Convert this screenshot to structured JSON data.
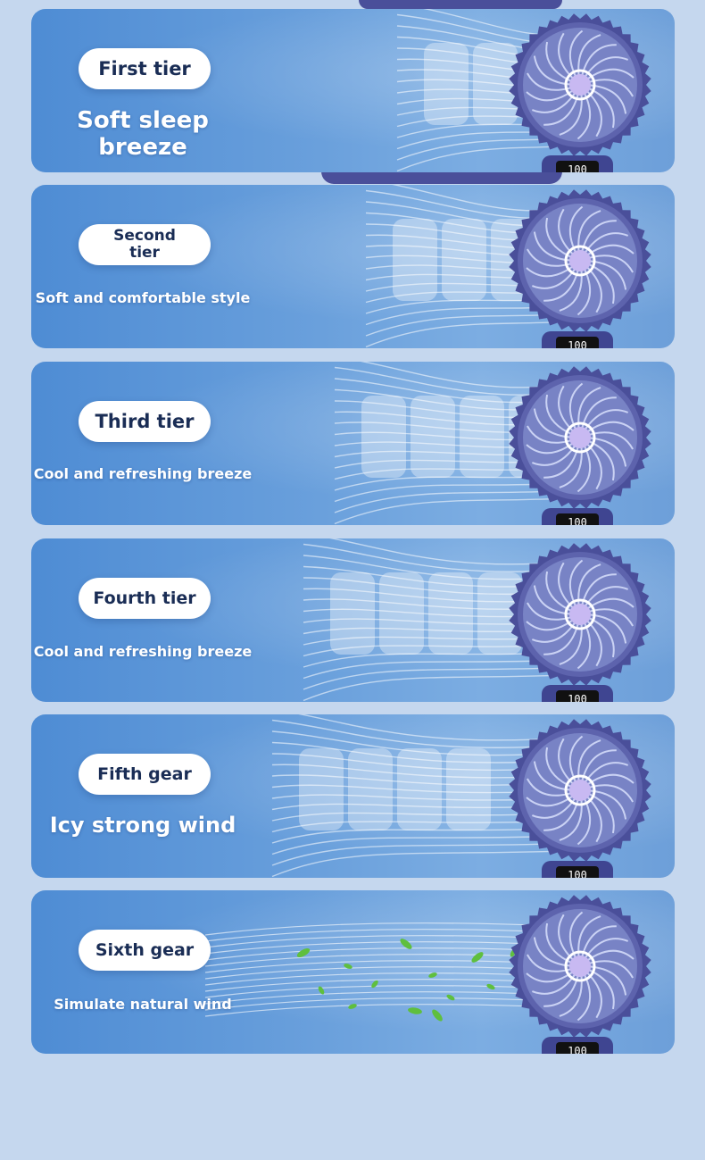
{
  "tiers": [
    {
      "label": "First tier",
      "description": "Soft sleep breeze",
      "effect": "breeze"
    },
    {
      "label": "Second tier",
      "description": "Soft and comfortable style",
      "effect": "breeze"
    },
    {
      "label": "Third tier",
      "description": "Cool and refreshing breeze",
      "effect": "breeze"
    },
    {
      "label": "Fourth tier",
      "description": "Cool and refreshing breeze",
      "effect": "breeze"
    },
    {
      "label": "Fifth gear",
      "description": "Icy strong wind",
      "effect": "breeze"
    },
    {
      "label": "Sixth gear",
      "description": "Simulate natural wind",
      "effect": "leaves"
    }
  ],
  "fan": {
    "display_reading": "100",
    "body_color": "#4a4f9a",
    "ring_color": "#ffffff"
  },
  "colors": {
    "card": "#5b95d8",
    "background": "#c5d7ee",
    "pill_text": "#1a2d55",
    "leaf": "#5fbf3e"
  }
}
